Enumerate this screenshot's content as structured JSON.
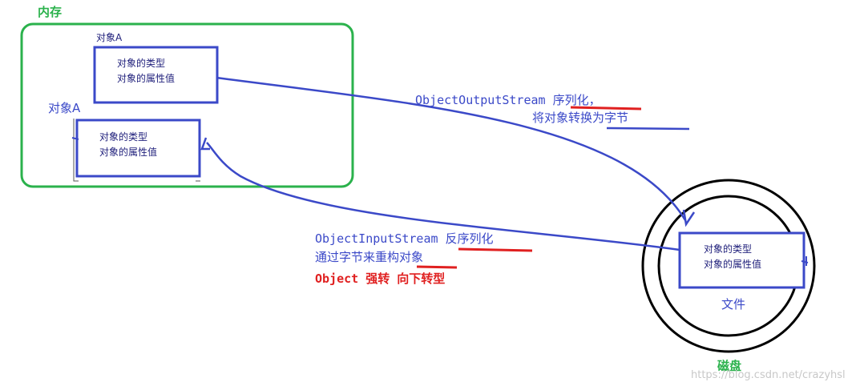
{
  "memory": {
    "label": "内存"
  },
  "objectA1": {
    "caption": "对象A",
    "line1": "对象的类型",
    "line2": "对象的属性值"
  },
  "objectA2": {
    "caption": "对象A",
    "line1": "对象的类型",
    "line2": "对象的属性值"
  },
  "file": {
    "line1": "对象的类型",
    "line2": "对象的属性值",
    "label": "文件"
  },
  "disk": {
    "label": "磁盘"
  },
  "serialize": {
    "line1": "ObjectOutputStream 序列化，",
    "line2": "将对象转换为字节"
  },
  "deserialize": {
    "line1": "ObjectInputStream 反序列化",
    "line2": "通过字节来重构对象",
    "line3": "Object  强转 向下转型"
  },
  "watermark": "https://blog.csdn.net/crazyhsl",
  "colors": {
    "memory_border": "#2bb24c",
    "box_border": "#3b49c8",
    "arrow": "#3b49c8",
    "underline_red": "#e02020",
    "disk_circle": "#000000"
  }
}
